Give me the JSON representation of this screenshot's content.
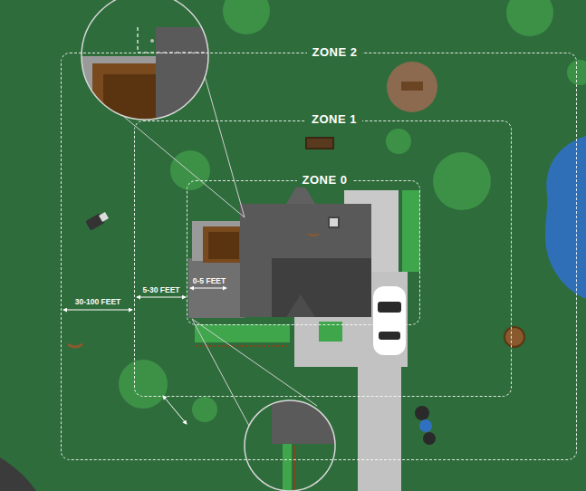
{
  "diagram": {
    "nodes": [
      {
        "text": [
          "ZONE 2"
        ]
      },
      {
        "text": [
          "ZONE 1"
        ],
        "in": 0
      },
      {
        "text": [
          "ZONE 0"
        ],
        "in": 1
      }
    ],
    "labels": [
      "30-100 FEET",
      "5-30 FEET",
      "0-5 FEET"
    ]
  }
}
